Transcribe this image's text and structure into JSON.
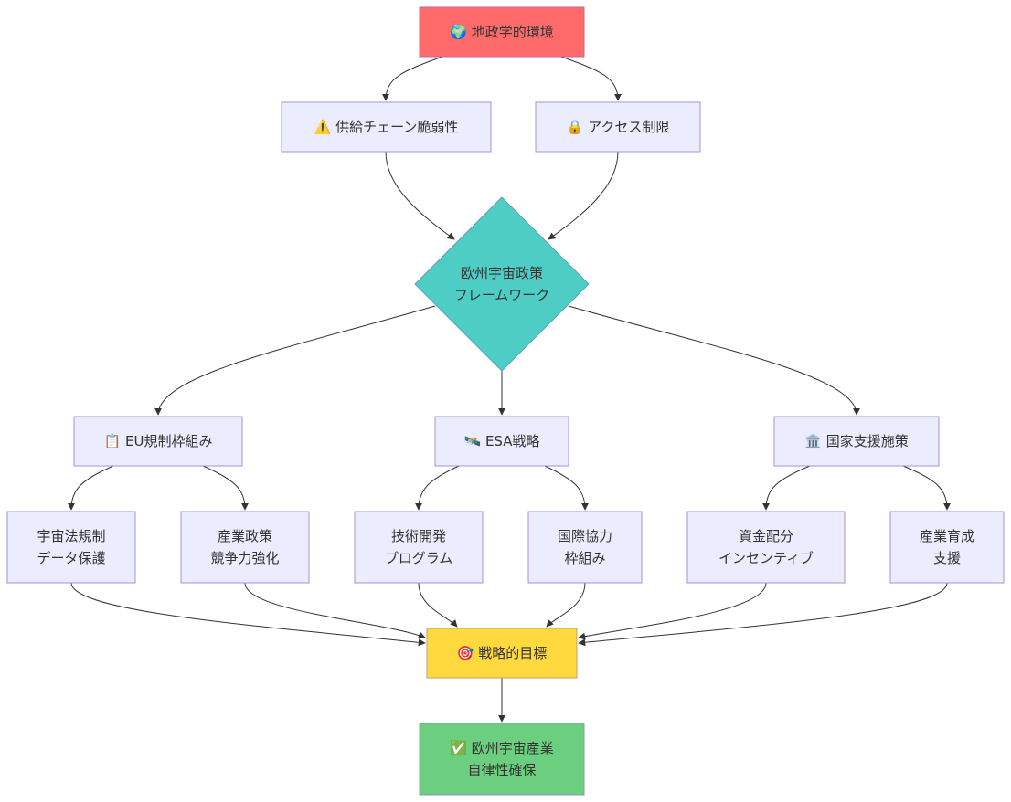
{
  "nodes": [
    {
      "id": "geo",
      "icon": "🌍",
      "lines": [
        "地政学的環境"
      ],
      "fill": "#ff6b6b",
      "stroke": "#b46e9b"
    },
    {
      "id": "supply",
      "icon": "⚠️",
      "lines": [
        "供給チェーン脆弱性"
      ],
      "fill": "#ececff",
      "stroke": "#a98fdc"
    },
    {
      "id": "access",
      "icon": "🔒",
      "lines": [
        "アクセス制限"
      ],
      "fill": "#ececff",
      "stroke": "#a98fdc"
    },
    {
      "id": "framework",
      "icon": "",
      "lines": [
        "欧州宇宙政策",
        "フレームワーク"
      ],
      "fill": "#4ecdc4",
      "stroke": "#5aa3bd"
    },
    {
      "id": "eu",
      "icon": "📋",
      "lines": [
        "EU規制枠組み"
      ],
      "fill": "#ececff",
      "stroke": "#a98fdc"
    },
    {
      "id": "esa",
      "icon": "🛰️",
      "lines": [
        "ESA戦略"
      ],
      "fill": "#ececff",
      "stroke": "#a98fdc"
    },
    {
      "id": "national",
      "icon": "🏛️",
      "lines": [
        "国家支援施策"
      ],
      "fill": "#ececff",
      "stroke": "#a98fdc"
    },
    {
      "id": "law",
      "icon": "",
      "lines": [
        "宇宙法規制",
        "データ保護"
      ],
      "fill": "#ececff",
      "stroke": "#a98fdc"
    },
    {
      "id": "industry",
      "icon": "",
      "lines": [
        "産業政策",
        "競争力強化"
      ],
      "fill": "#ececff",
      "stroke": "#a98fdc"
    },
    {
      "id": "tech",
      "icon": "",
      "lines": [
        "技術開発",
        "プログラム"
      ],
      "fill": "#ececff",
      "stroke": "#a98fdc"
    },
    {
      "id": "intl",
      "icon": "",
      "lines": [
        "国際協力",
        "枠組み"
      ],
      "fill": "#ececff",
      "stroke": "#a98fdc"
    },
    {
      "id": "funding",
      "icon": "",
      "lines": [
        "資金配分",
        "インセンティブ"
      ],
      "fill": "#ececff",
      "stroke": "#a98fdc"
    },
    {
      "id": "nurture",
      "icon": "",
      "lines": [
        "産業育成",
        "支援"
      ],
      "fill": "#ececff",
      "stroke": "#a98fdc"
    },
    {
      "id": "goal",
      "icon": "🎯",
      "lines": [
        "戦略的目標"
      ],
      "fill": "#ffd93d",
      "stroke": "#b4a374"
    },
    {
      "id": "autonomy",
      "icon": "✅",
      "lines": [
        "欧州宇宙産業",
        "自律性確保"
      ],
      "fill": "#6bcf7f",
      "stroke": "#8a9ac2"
    }
  ],
  "edges": [
    {
      "from": "geo",
      "to": "supply"
    },
    {
      "from": "geo",
      "to": "access"
    },
    {
      "from": "supply",
      "to": "framework"
    },
    {
      "from": "access",
      "to": "framework"
    },
    {
      "from": "framework",
      "to": "eu"
    },
    {
      "from": "framework",
      "to": "esa"
    },
    {
      "from": "framework",
      "to": "national"
    },
    {
      "from": "eu",
      "to": "law"
    },
    {
      "from": "eu",
      "to": "industry"
    },
    {
      "from": "esa",
      "to": "tech"
    },
    {
      "from": "esa",
      "to": "intl"
    },
    {
      "from": "national",
      "to": "funding"
    },
    {
      "from": "national",
      "to": "nurture"
    },
    {
      "from": "law",
      "to": "goal"
    },
    {
      "from": "industry",
      "to": "goal"
    },
    {
      "from": "tech",
      "to": "goal"
    },
    {
      "from": "intl",
      "to": "goal"
    },
    {
      "from": "funding",
      "to": "goal"
    },
    {
      "from": "nurture",
      "to": "goal"
    },
    {
      "from": "goal",
      "to": "autonomy"
    }
  ]
}
